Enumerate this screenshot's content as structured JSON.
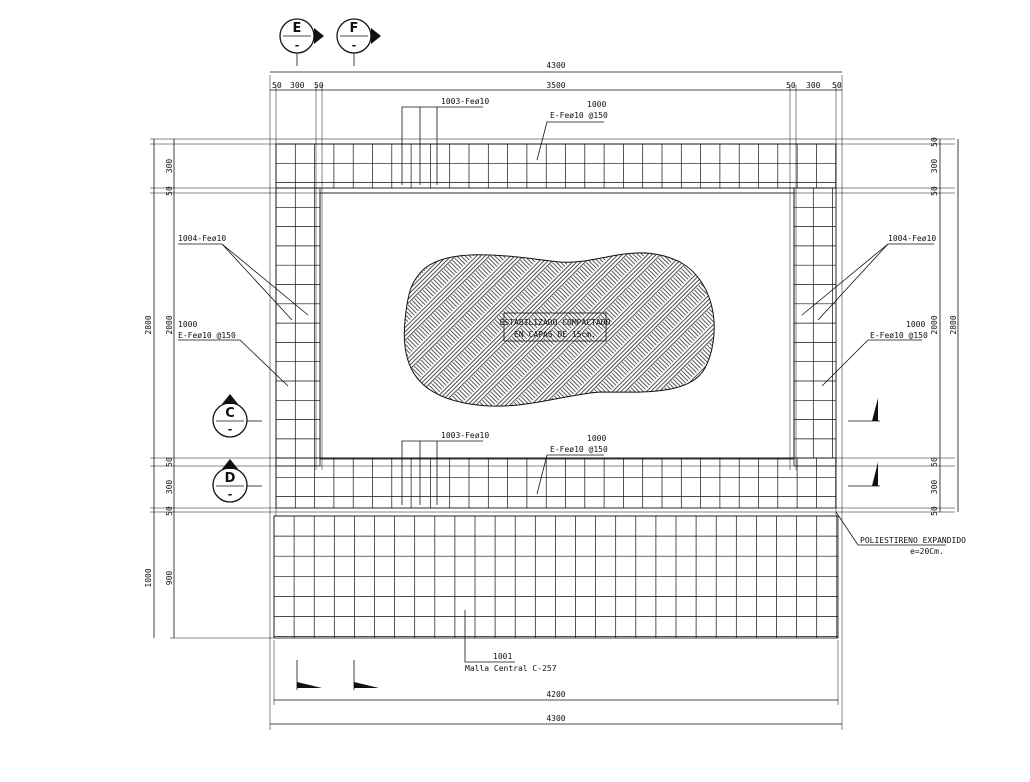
{
  "markers": {
    "top": [
      {
        "letter": "E",
        "sub": "-"
      },
      {
        "letter": "F",
        "sub": "-"
      }
    ],
    "left": [
      {
        "letter": "C",
        "sub": "-"
      },
      {
        "letter": "D",
        "sub": "-"
      }
    ]
  },
  "dimensions": {
    "top_total": "4300",
    "top_parts": [
      "50",
      "300",
      "50",
      "3500",
      "50",
      "300",
      "50"
    ],
    "bottom_inner": "4200",
    "bottom_total": "4300",
    "left_outer": [
      "300",
      "50",
      "2800",
      "50",
      "300",
      "50",
      "1000"
    ],
    "left_inner": [
      "2000",
      "900"
    ],
    "right_outer": "2800",
    "right_inner": [
      "50",
      "300",
      "50",
      "2000",
      "50",
      "300",
      "50"
    ]
  },
  "notes": {
    "top_bar": "1003-Feø10",
    "top_mesh_id": "1000",
    "top_mesh_spec": "E-Feø10 @150",
    "left_bar": "1004-Feø10",
    "left_mesh_id": "1000",
    "left_mesh_spec": "E-Feø10 @150",
    "right_bar": "1004-Feø10",
    "right_mesh_id": "1000",
    "right_mesh_spec": "E-Feø10 @150",
    "mid_bar": "1003-Feø10",
    "mid_mesh_id": "1000",
    "mid_mesh_spec": "E-Feø10 @150",
    "center_line1": "ESTABILIZADO COMPACTADO",
    "center_line2": "EN CAPAS DE 15cm.",
    "polystyrene": "POLIESTIRENO EXPANDIDO",
    "polystyrene_thk": "e=20Cm.",
    "slab_id": "1001",
    "slab_spec": "Malla Central C-257"
  }
}
